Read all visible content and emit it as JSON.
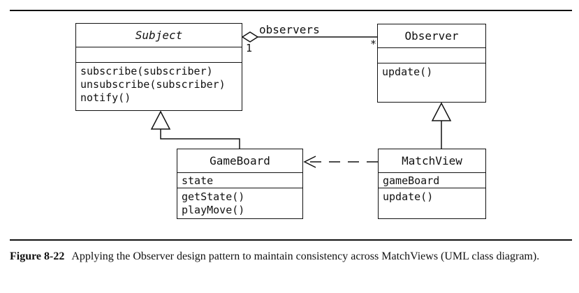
{
  "classes": {
    "subject": {
      "name": "Subject",
      "attributes": [],
      "operations": [
        "subscribe(subscriber)",
        "unsubscribe(subscriber)",
        "notify()"
      ]
    },
    "observer": {
      "name": "Observer",
      "attributes": [],
      "operations": [
        "update()"
      ]
    },
    "gameboard": {
      "name": "GameBoard",
      "attributes": [
        "state"
      ],
      "operations": [
        "getState()",
        "playMove()"
      ]
    },
    "matchview": {
      "name": "MatchView",
      "attributes": [
        "gameBoard"
      ],
      "operations": [
        "update()"
      ]
    }
  },
  "association": {
    "label": "observers",
    "subject_multiplicity": "1",
    "observer_multiplicity": "*"
  },
  "caption": {
    "figure_label": "Figure 8-22",
    "text": "Applying the Observer design pattern to maintain consistency across MatchViews (UML class diagram)."
  }
}
